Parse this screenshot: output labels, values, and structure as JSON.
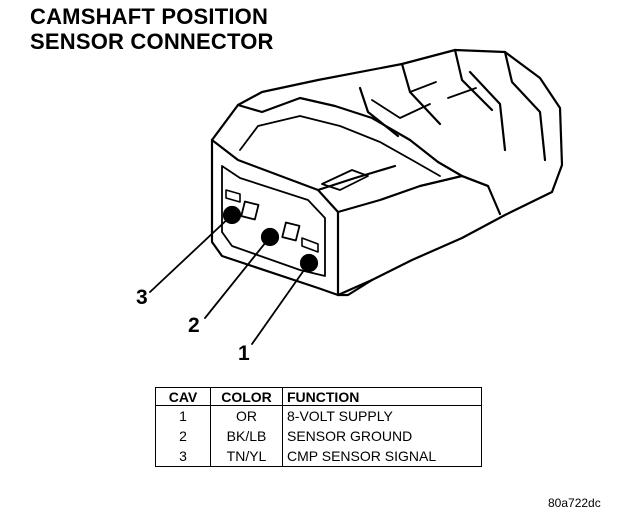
{
  "title": {
    "line1": "CAMSHAFT POSITION",
    "line2": "SENSOR CONNECTOR"
  },
  "callouts": {
    "c1": "1",
    "c2": "2",
    "c3": "3"
  },
  "table": {
    "headers": {
      "cav": "CAV",
      "color": "COLOR",
      "function": "FUNCTION"
    },
    "rows": [
      {
        "cav": "1",
        "color": "OR",
        "function": "8-VOLT SUPPLY"
      },
      {
        "cav": "2",
        "color": "BK/LB",
        "function": "SENSOR GROUND"
      },
      {
        "cav": "3",
        "color": "TN/YL",
        "function": "CMP SENSOR SIGNAL"
      }
    ]
  },
  "figure_id": "80a722dc"
}
